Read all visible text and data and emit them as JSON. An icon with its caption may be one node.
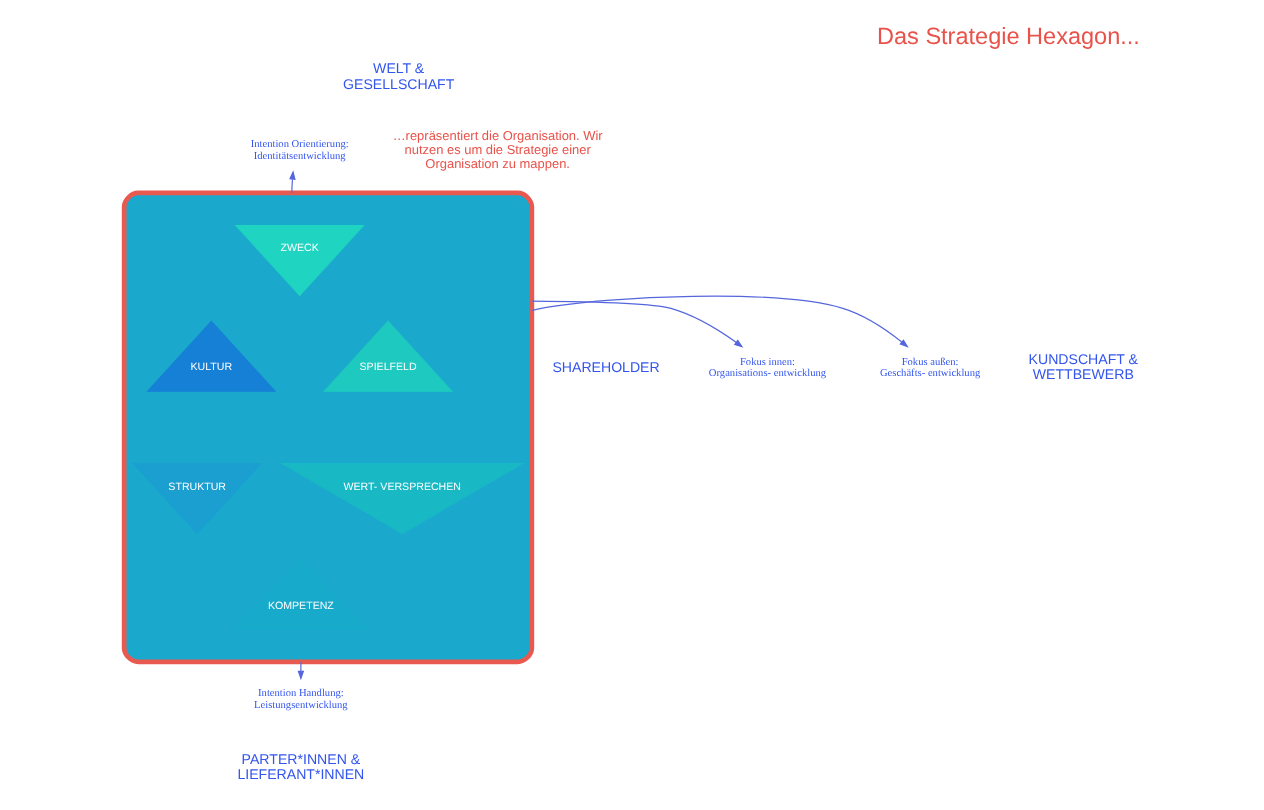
{
  "diagram": {
    "title": "Das Strategie Hexagon...",
    "nodes": [
      {
        "text": [],
        "shape": "hexagon"
      },
      {
        "text": [
          "ZWECK"
        ],
        "in": 0
      },
      {
        "text": [
          "KULTUR"
        ],
        "in": 0
      },
      {
        "text": [
          "SPIELFELD"
        ],
        "in": 0
      },
      {
        "text": [
          "STRUKTUR"
        ],
        "in": 0
      },
      {
        "text": [
          "WERT- VERSPRECHEN"
        ],
        "in": 0
      },
      {
        "text": [
          "KOMPETENZ"
        ],
        "in": 0
      },
      {
        "text": [
          "Intention Orientierung: Identitätsentwicklung"
        ]
      },
      {
        "text": [
          "Fokus innen: Organisations- entwicklung"
        ]
      },
      {
        "text": [
          "Fokus außen: Geschäfts- entwicklung"
        ]
      },
      {
        "text": [
          "Intention Handlung: Leistungsentwicklung"
        ]
      }
    ],
    "edges": [
      {
        "from": 0,
        "to": 7,
        "arrow": "to"
      },
      {
        "from": 0,
        "to": 8,
        "arrow": "to"
      },
      {
        "from": 0,
        "to": 9,
        "arrow": "to"
      },
      {
        "from": 0,
        "to": 10,
        "arrow": "to"
      }
    ],
    "labels": [
      "WELT & GESELLSCHAFT",
      "…repräsentiert die Organisation. Wir nutzen es um die Strategie einer Organisation zu mappen.",
      "SHAREHOLDER",
      "KUNDSCHAFT & WETTBEWERB",
      "PARTER*INNEN & LIEFERANT*INNEN"
    ]
  }
}
